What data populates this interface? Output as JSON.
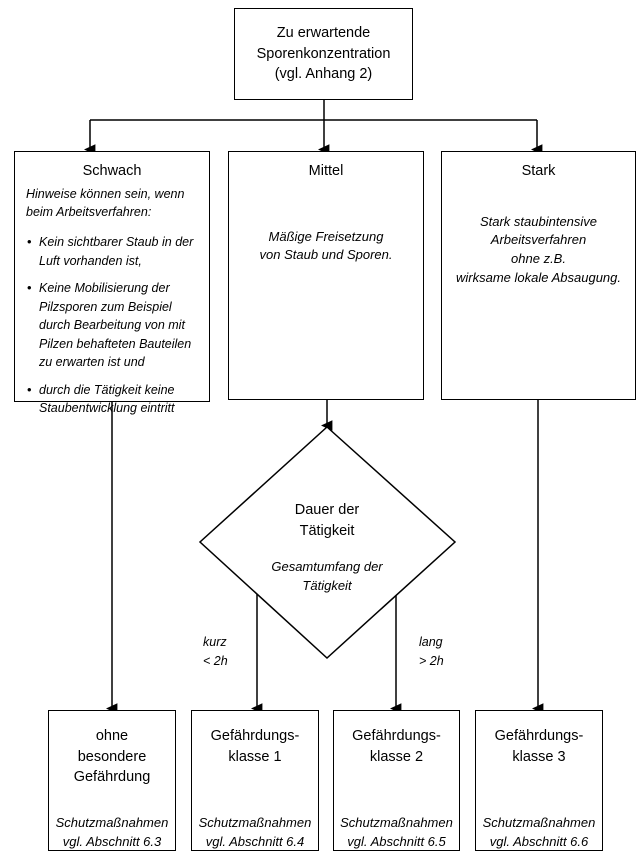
{
  "diagram": {
    "title_node": {
      "line1": "Zu erwartende",
      "line2": "Sporenkonzentration",
      "line3": "(vgl. Anhang 2)"
    },
    "levels": [
      {
        "id": "schwach",
        "heading": "Schwach",
        "intro_line1": "Hinweise können sein, wenn",
        "intro_line2": "beim Arbeitsverfahren:",
        "bullets": [
          "Kein sichtbarer Staub in der Luft vorhanden ist,",
          "Keine Mobilisierung der Pilzsporen zum Beispiel durch Bearbeitung von mit Pilzen behafteten Bauteilen zu erwarten ist und",
          "durch die Tätigkeit keine Staubentwicklung eintritt"
        ]
      },
      {
        "id": "mittel",
        "heading": "Mittel",
        "description": "Mäßige Freisetzung\nvon Staub und Sporen."
      },
      {
        "id": "stark",
        "heading": "Stark",
        "description": "Stark staubintensive\nArbeitsverfahren\nohne z.B.\nwirksame lokale Absaugung."
      }
    ],
    "decision": {
      "title_line1": "Dauer der",
      "title_line2": "Tätigkeit",
      "sub_line1": "Gesamtumfang der",
      "sub_line2": "Tätigkeit",
      "branch_left": {
        "label": "kurz",
        "value": "< 2h"
      },
      "branch_right": {
        "label": "lang",
        "value": "> 2h"
      }
    },
    "outcomes": [
      {
        "id": "ohne-besondere-gefaehrdung",
        "title_lines": [
          "ohne",
          "besondere",
          "Gefährdung"
        ],
        "measure_line1": "Schutzmaßnahmen",
        "measure_line2": "vgl. Abschnitt 6.3"
      },
      {
        "id": "gefaehrdungsklasse-1",
        "title_lines": [
          "Gefährdungs-",
          "klasse 1"
        ],
        "measure_line1": "Schutzmaßnahmen",
        "measure_line2": "vgl. Abschnitt 6.4"
      },
      {
        "id": "gefaehrdungsklasse-2",
        "title_lines": [
          "Gefährdungs-",
          "klasse 2"
        ],
        "measure_line1": "Schutzmaßnahmen",
        "measure_line2": "vgl. Abschnitt 6.5"
      },
      {
        "id": "gefaehrdungsklasse-3",
        "title_lines": [
          "Gefährdungs-",
          "klasse 3"
        ],
        "measure_line1": "Schutzmaßnahmen",
        "measure_line2": "vgl. Abschnitt 6.6"
      }
    ],
    "colors": {
      "stroke": "#000000",
      "background": "#ffffff",
      "text": "#000000"
    }
  }
}
